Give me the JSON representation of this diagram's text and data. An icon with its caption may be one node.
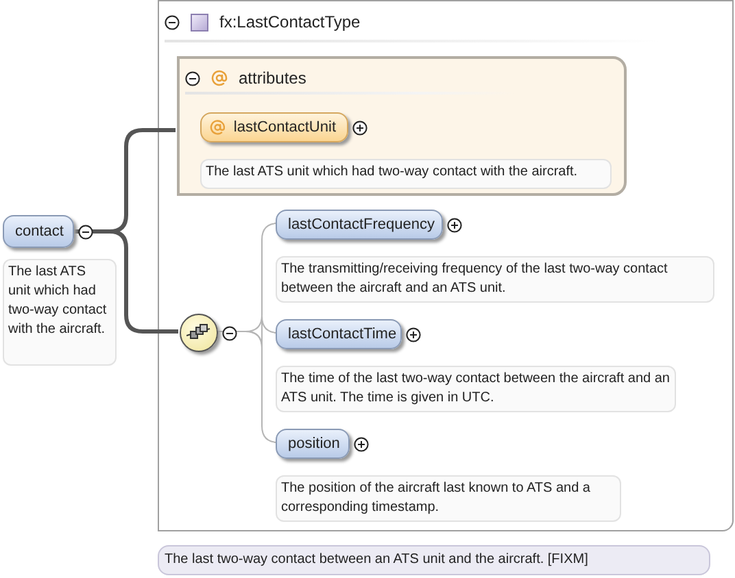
{
  "diagram": {
    "nodes": [
      {
        "text": [
          "contact"
        ],
        "beside": [
          "The last ATS unit which had two-way contact with the aircraft."
        ]
      },
      {
        "text": [
          "fx:LastContactType"
        ],
        "beside": [
          "The last two-way contact between an ATS unit and the aircraft. [FIXM]"
        ]
      },
      {
        "text": [
          "attributes"
        ],
        "in": 1
      },
      {
        "text": [
          "lastContactUnit"
        ],
        "in": 2,
        "beside": [
          "The last ATS unit which had two-way contact with the aircraft."
        ]
      },
      {
        "text": [],
        "shape": "circle",
        "in": 1
      },
      {
        "text": [
          "lastContactFrequency"
        ],
        "in": 1,
        "beside": [
          "The transmitting/receiving frequency of the last two-way contact between the aircraft and an ATS unit."
        ]
      },
      {
        "text": [
          "lastContactTime"
        ],
        "in": 1,
        "beside": [
          "The time of the last two-way contact between the aircraft and an ATS unit. The time is given in UTC."
        ]
      },
      {
        "text": [
          "position"
        ],
        "in": 1,
        "beside": [
          "The position of the aircraft last known to ATS and a corresponding timestamp."
        ]
      }
    ],
    "edges": [
      {
        "from": 0,
        "to": 2,
        "arrow": "none",
        "style": "thick",
        "color": "#555555"
      },
      {
        "from": 0,
        "to": 4,
        "arrow": "none",
        "style": "thick",
        "color": "#555555"
      },
      {
        "from": 4,
        "to": 5,
        "arrow": "none"
      },
      {
        "from": 4,
        "to": 6,
        "arrow": "none"
      },
      {
        "from": 4,
        "to": 7,
        "arrow": "none"
      }
    ]
  }
}
